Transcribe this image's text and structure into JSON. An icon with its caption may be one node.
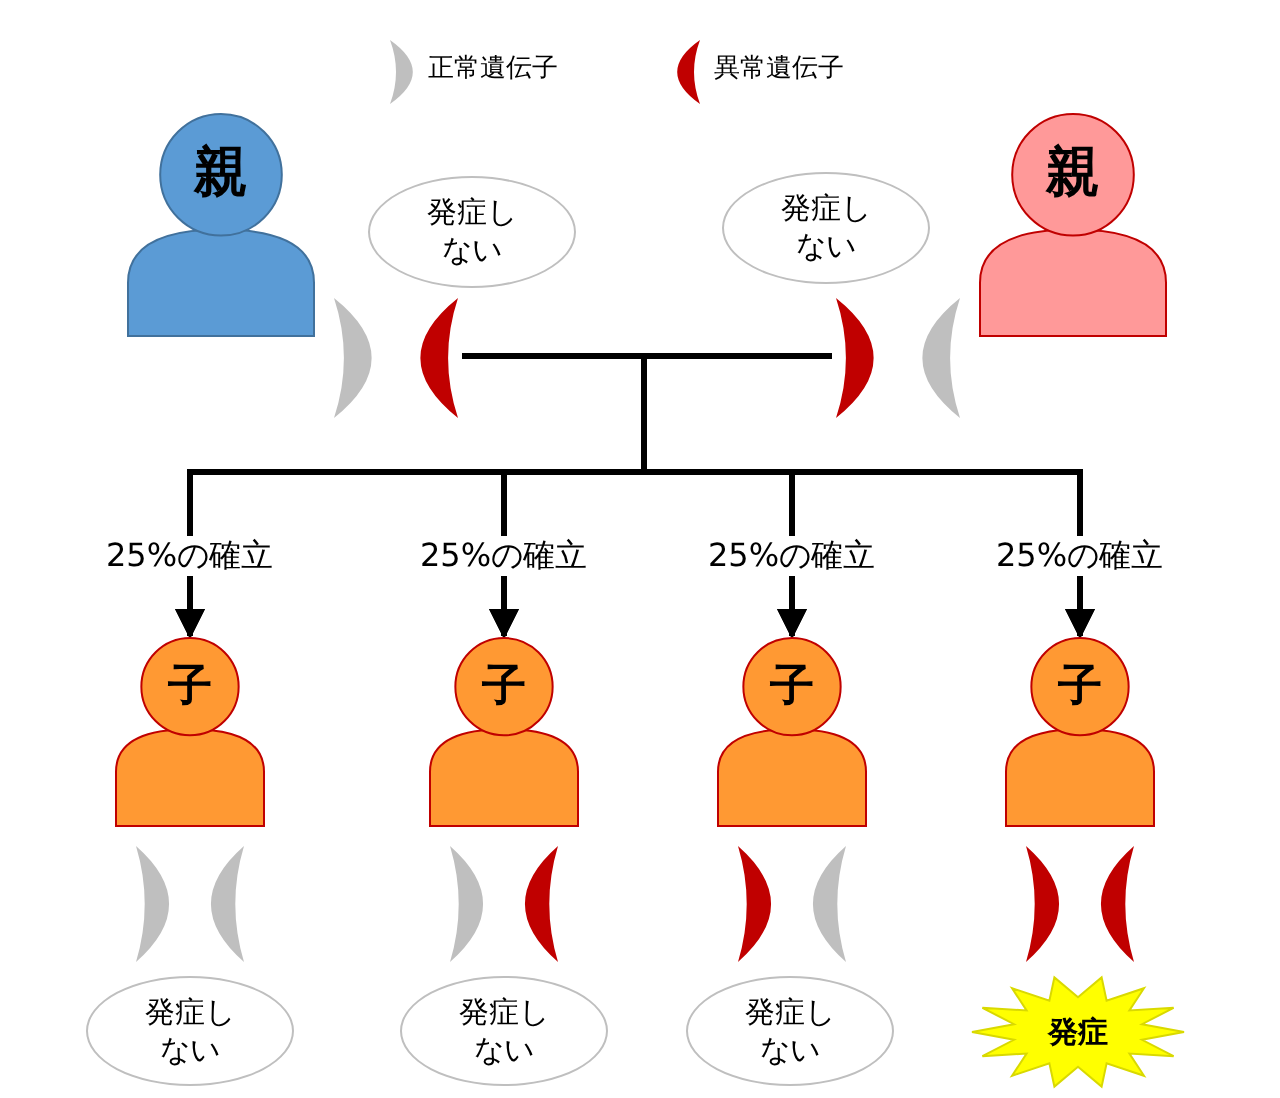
{
  "diagram": {
    "nodes": [
      {
        "text": [
          "親"
        ]
      },
      {
        "text": [
          "発症しない"
        ]
      },
      {
        "text": [
          "発症しない"
        ]
      },
      {
        "text": [
          "親"
        ]
      },
      {
        "text": [],
        "shape": "crescent"
      },
      {
        "text": [],
        "shape": "crescent"
      },
      {
        "text": [
          "子"
        ]
      },
      {
        "text": [
          "子"
        ]
      },
      {
        "text": [
          "子"
        ]
      },
      {
        "text": [
          "子"
        ]
      },
      {
        "text": [],
        "shape": "crescent"
      },
      {
        "text": [],
        "shape": "crescent"
      },
      {
        "text": [],
        "shape": "crescent"
      },
      {
        "text": [],
        "shape": "crescent"
      },
      {
        "text": [
          "発症しない"
        ]
      },
      {
        "text": [
          "発症しない"
        ]
      },
      {
        "text": [
          "発症しない"
        ]
      },
      {
        "text": [
          "発症"
        ]
      }
    ],
    "edges": [
      {
        "from": 4,
        "to": 6,
        "arrow": "to",
        "label": "25%の確立"
      },
      {
        "from": 4,
        "to": 7,
        "arrow": "to",
        "label": "25%の確立"
      },
      {
        "from": 4,
        "to": 8,
        "arrow": "to",
        "label": "25%の確立"
      },
      {
        "from": 4,
        "to": 9,
        "arrow": "to",
        "label": "25%の確立"
      },
      {
        "from": 5,
        "to": 6,
        "arrow": "to"
      },
      {
        "from": 5,
        "to": 7,
        "arrow": "to"
      },
      {
        "from": 5,
        "to": 8,
        "arrow": "to"
      },
      {
        "from": 5,
        "to": 9,
        "arrow": "to"
      }
    ],
    "legend": [
      {
        "text": "正常遺伝子",
        "color": "#bfbfbf"
      },
      {
        "text": "異常遺伝子",
        "color": "#c00000"
      }
    ]
  }
}
